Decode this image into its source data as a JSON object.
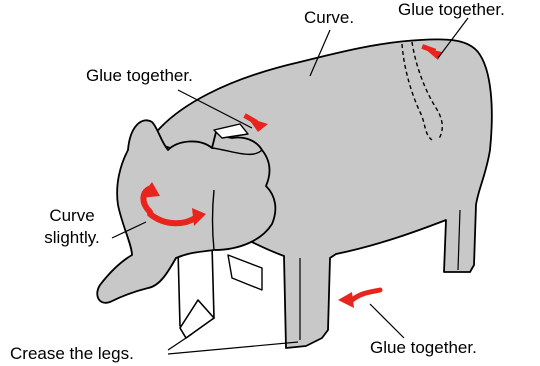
{
  "labels": {
    "curve_top": "Curve.",
    "glue_top_right": "Glue together.",
    "glue_head": "Glue together.",
    "curve_slightly_line1": "Curve",
    "curve_slightly_line2": "slightly.",
    "crease_legs": "Crease the legs.",
    "glue_bottom": "Glue together."
  },
  "colors": {
    "body_fill": "#c8c8c8",
    "outline": "#000000",
    "arrow": "#e8241c",
    "background": "#ffffff"
  }
}
